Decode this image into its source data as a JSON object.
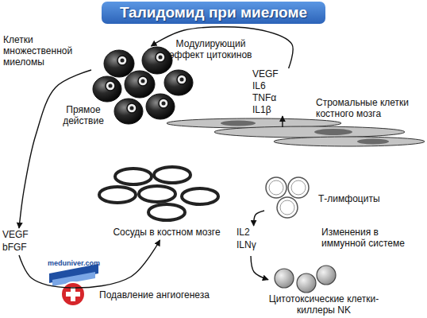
{
  "diagram": {
    "title": "Талидомид при миеломе",
    "nodes": [
      {
        "text": [
          "Клетки множественной миеломы"
        ]
      },
      {
        "text": [
          "VEGF IL6 TNFα IL1β"
        ]
      },
      {
        "text": [
          "Стромальные клетки костного мозга"
        ]
      },
      {
        "text": [
          "VEGF bFGF"
        ]
      },
      {
        "text": [
          "Сосуды в костном мозге"
        ]
      },
      {
        "text": [
          "Т-лимфоциты"
        ]
      },
      {
        "text": [
          "IL2 ILNγ"
        ]
      },
      {
        "text": [
          "Цитотоксические клетки-киллеры NK"
        ]
      }
    ],
    "edges": [
      {
        "from": 2,
        "to": 1,
        "arrow": "to"
      },
      {
        "from": 1,
        "to": 0,
        "label": "Модулирующий эффект цитокинов",
        "arrow": "to"
      },
      {
        "from": 0,
        "to": 3,
        "label": "Прямое действие",
        "arrow": "to"
      },
      {
        "from": 3,
        "to": 4,
        "label": "Подавление ангиогенеза",
        "arrow": "to"
      },
      {
        "from": 5,
        "to": 6,
        "arrow": "to"
      },
      {
        "from": 6,
        "to": 7,
        "arrow": "to"
      }
    ],
    "labels": [
      "Изменения в иммунной системе",
      "meduniver.com"
    ]
  }
}
